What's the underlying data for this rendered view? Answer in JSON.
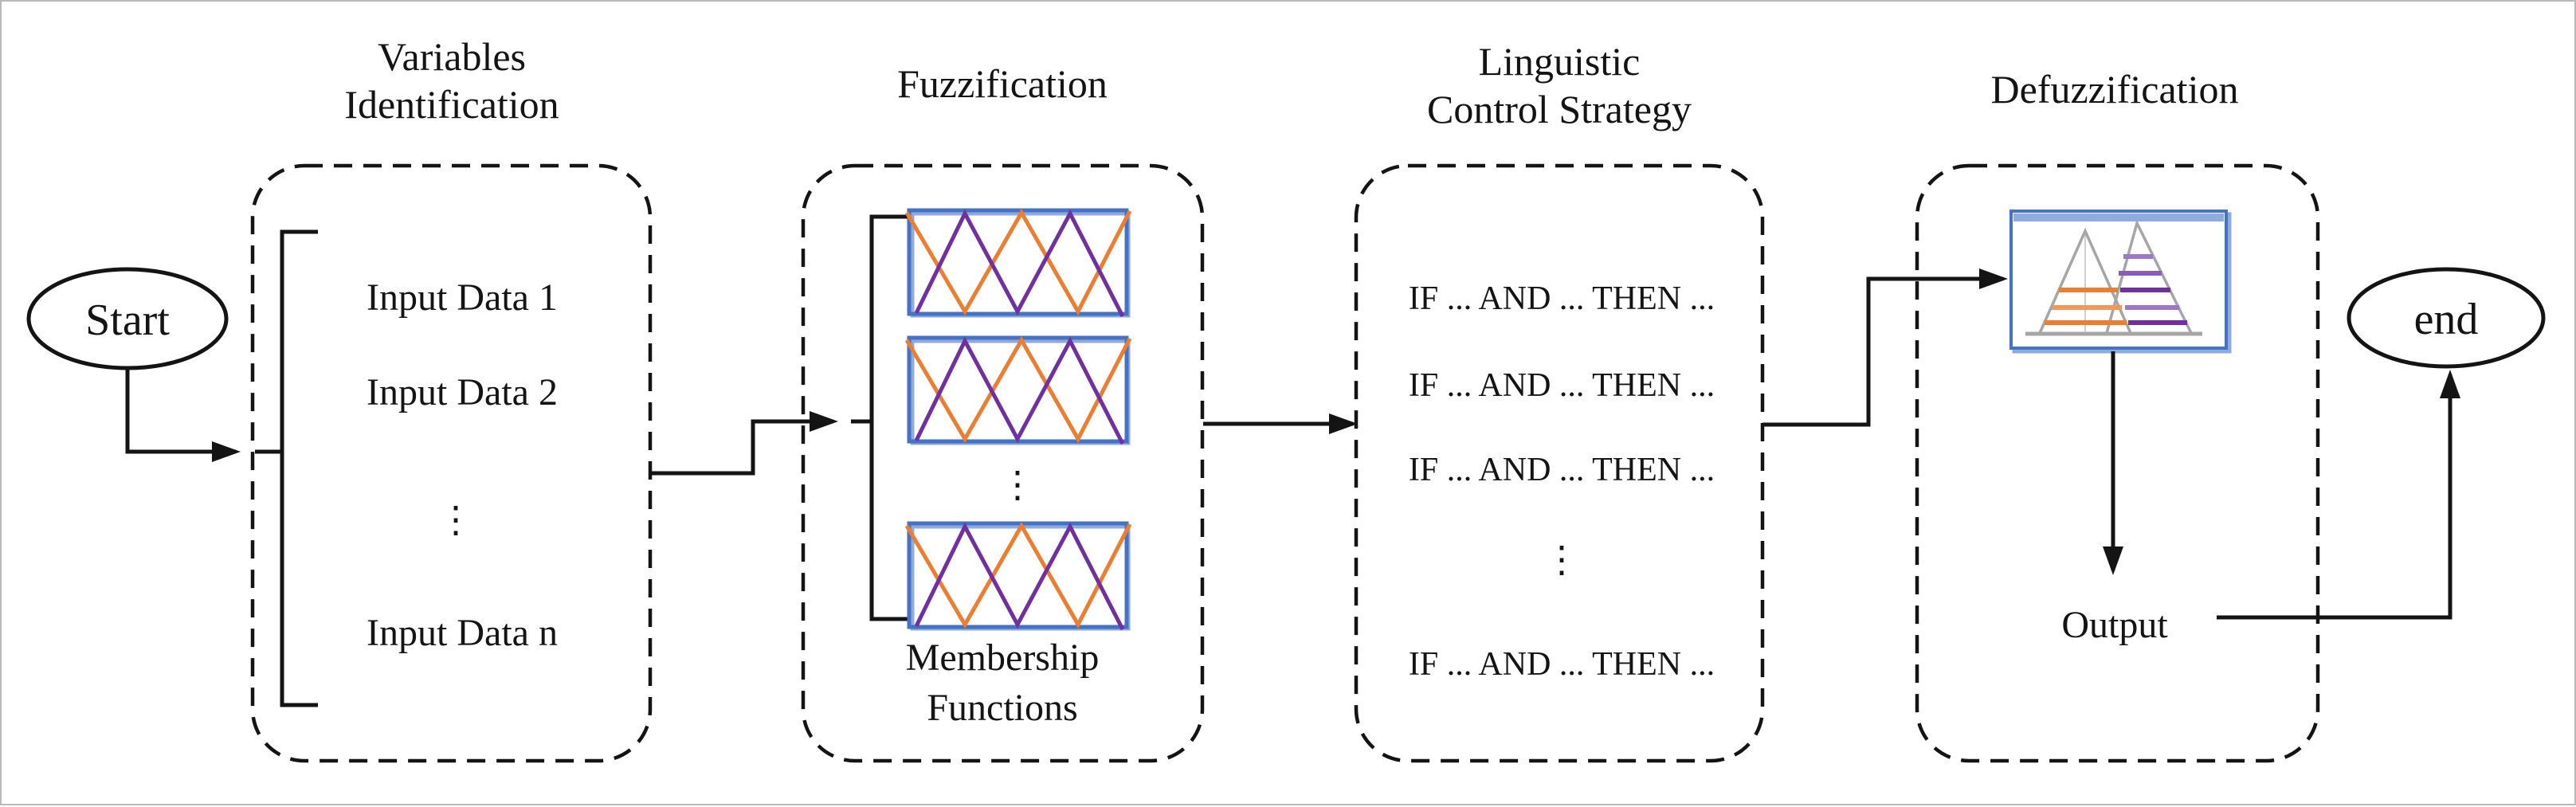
{
  "colors": {
    "ink": "#141414",
    "blue": "#4472C4",
    "blue_light": "#8FAADC",
    "orange": "#ED7D31",
    "orange_light": "#F1975A",
    "purple": "#7030A0",
    "purple_light": "#9E77C8",
    "purple_mid": "#8B5BB5",
    "gray": "#A6A6A6",
    "gray_light": "#CFCFCF"
  },
  "terminals": {
    "start_label": "Start",
    "end_label": "end"
  },
  "stage1": {
    "title_line1": "Variables",
    "title_line2": "Identification",
    "items": [
      "Input Data 1",
      "Input Data 2",
      "⋮",
      "Input Data n"
    ]
  },
  "stage2": {
    "title": "Fuzzification",
    "dots": "⋮",
    "caption_line1": "Membership",
    "caption_line2": "Functions"
  },
  "stage3": {
    "title_line1": "Linguistic",
    "title_line2": "Control Strategy",
    "rules": [
      "IF ... AND ... THEN ...",
      "IF ... AND ... THEN ...",
      "IF ... AND ... THEN ...",
      "IF ... AND ... THEN ..."
    ],
    "dots": "⋮"
  },
  "stage4": {
    "title": "Defuzzification",
    "output_label": "Output"
  }
}
